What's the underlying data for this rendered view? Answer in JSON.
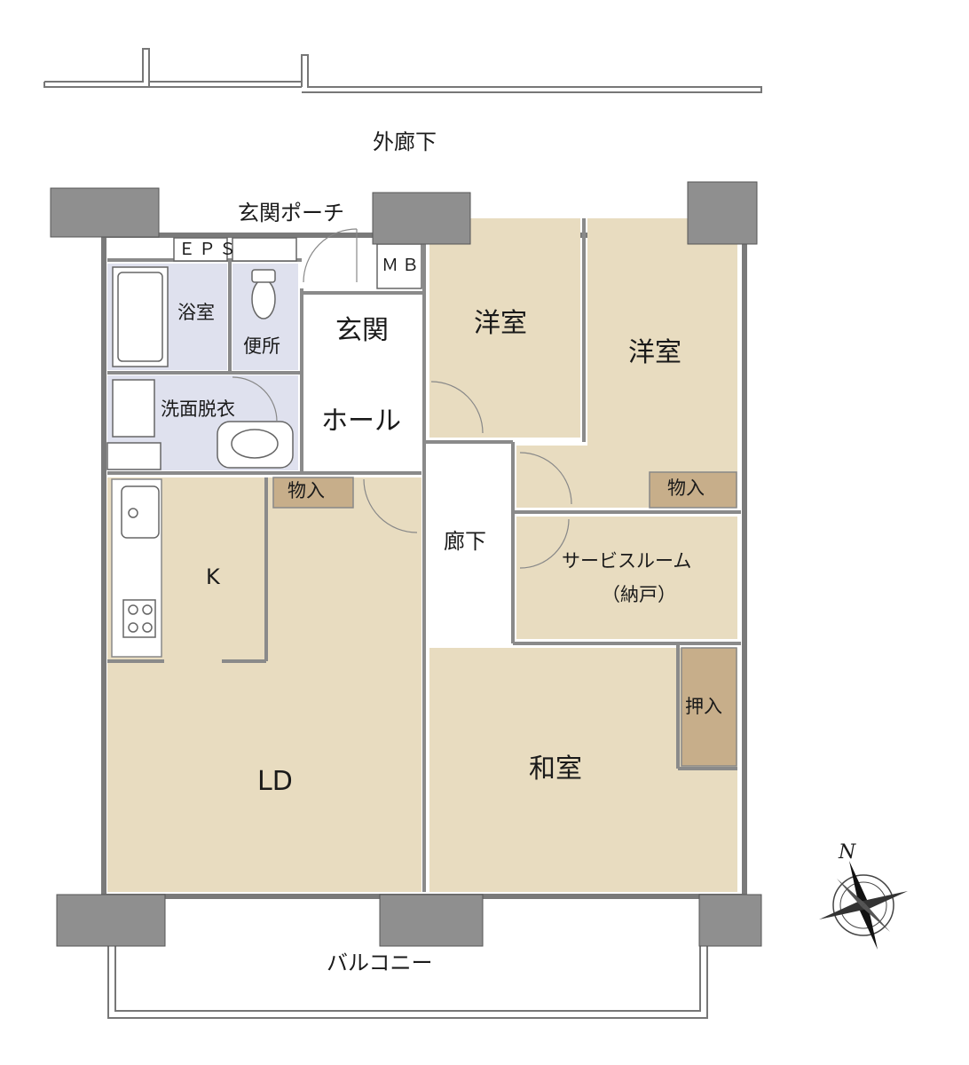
{
  "floorplan": {
    "corridor_label": "外廊下",
    "porch_label": "玄関ポーチ",
    "eps_label": "ＥＰＳ",
    "mb_label": "ＭＢ",
    "rooms": {
      "bath": "浴室",
      "toilet": "便所",
      "washroom": "洗面脱衣",
      "entrance": "玄関",
      "hall": "ホール",
      "western_room_1": "洋室",
      "western_room_2": "洋室",
      "storage_1": "物入",
      "storage_2": "物入",
      "hallway": "廊下",
      "service_room": "サービスルーム",
      "service_room_sub": "（納戸）",
      "kitchen": "K",
      "living_dining": "LD",
      "japanese_room": "和室",
      "closet": "押入",
      "balcony": "バルコニー"
    },
    "compass_north": "N",
    "colors": {
      "room_fill": "#e8dcc0",
      "storage_fill": "#c7ae8a",
      "wet_area_fill": "#dfe1ee",
      "column_fill": "#8f8f8f",
      "wall": "#888888"
    }
  }
}
